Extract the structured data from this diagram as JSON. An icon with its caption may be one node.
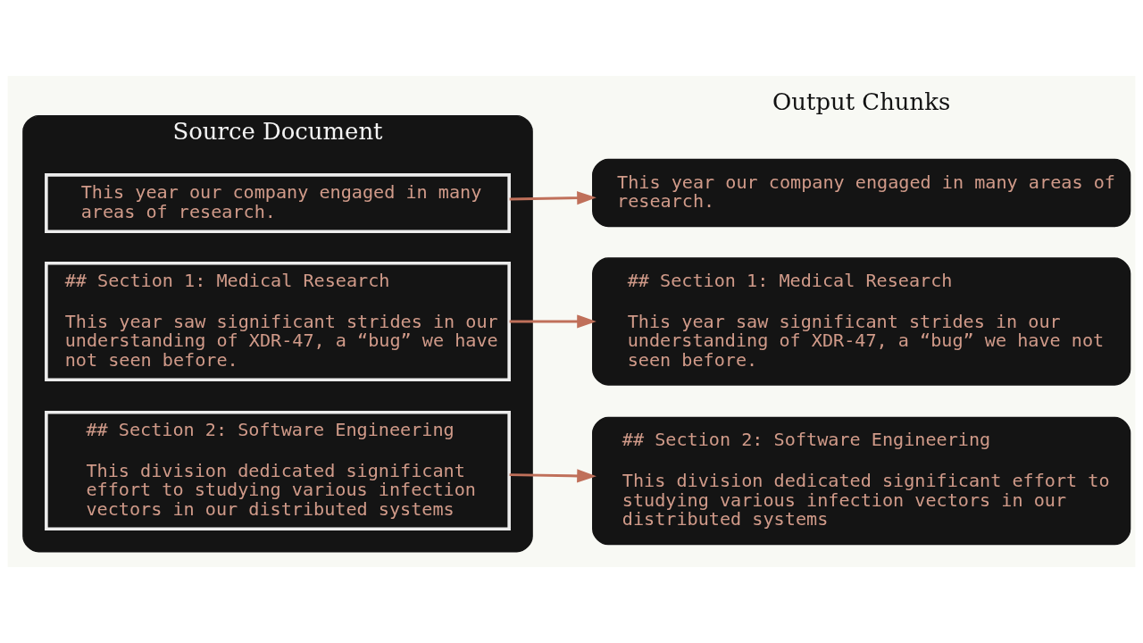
{
  "diagram": {
    "nodes": [
      {
        "text": [
          "Source Document"
        ]
      },
      {
        "text": [
          "This year our company engaged in many areas of research."
        ],
        "in": 0
      },
      {
        "text": [
          "## Section 1: Medical Research",
          "This year saw significant strides in our understanding of XDR-47, a “bug” we have not seen before."
        ],
        "in": 0
      },
      {
        "text": [
          "## Section 2: Software Engineering",
          "This division dedicated significant effort to studying various infection vectors in our distributed systems"
        ],
        "in": 0
      },
      {
        "text": [
          "This year our company engaged in many areas of research."
        ]
      },
      {
        "text": [
          "## Section 1: Medical Research",
          "This year saw significant strides in our understanding of XDR-47, a “bug” we have not seen before."
        ]
      },
      {
        "text": [
          "## Section 2: Software Engineering",
          "This division dedicated significant effort to studying various infection vectors in our distributed systems"
        ]
      }
    ],
    "edges": [
      {
        "from": 1,
        "to": 4,
        "arrow": "to"
      },
      {
        "from": 2,
        "to": 5,
        "arrow": "to"
      },
      {
        "from": 3,
        "to": 6,
        "arrow": "to"
      }
    ],
    "labels": [
      "Output Chunks"
    ]
  }
}
